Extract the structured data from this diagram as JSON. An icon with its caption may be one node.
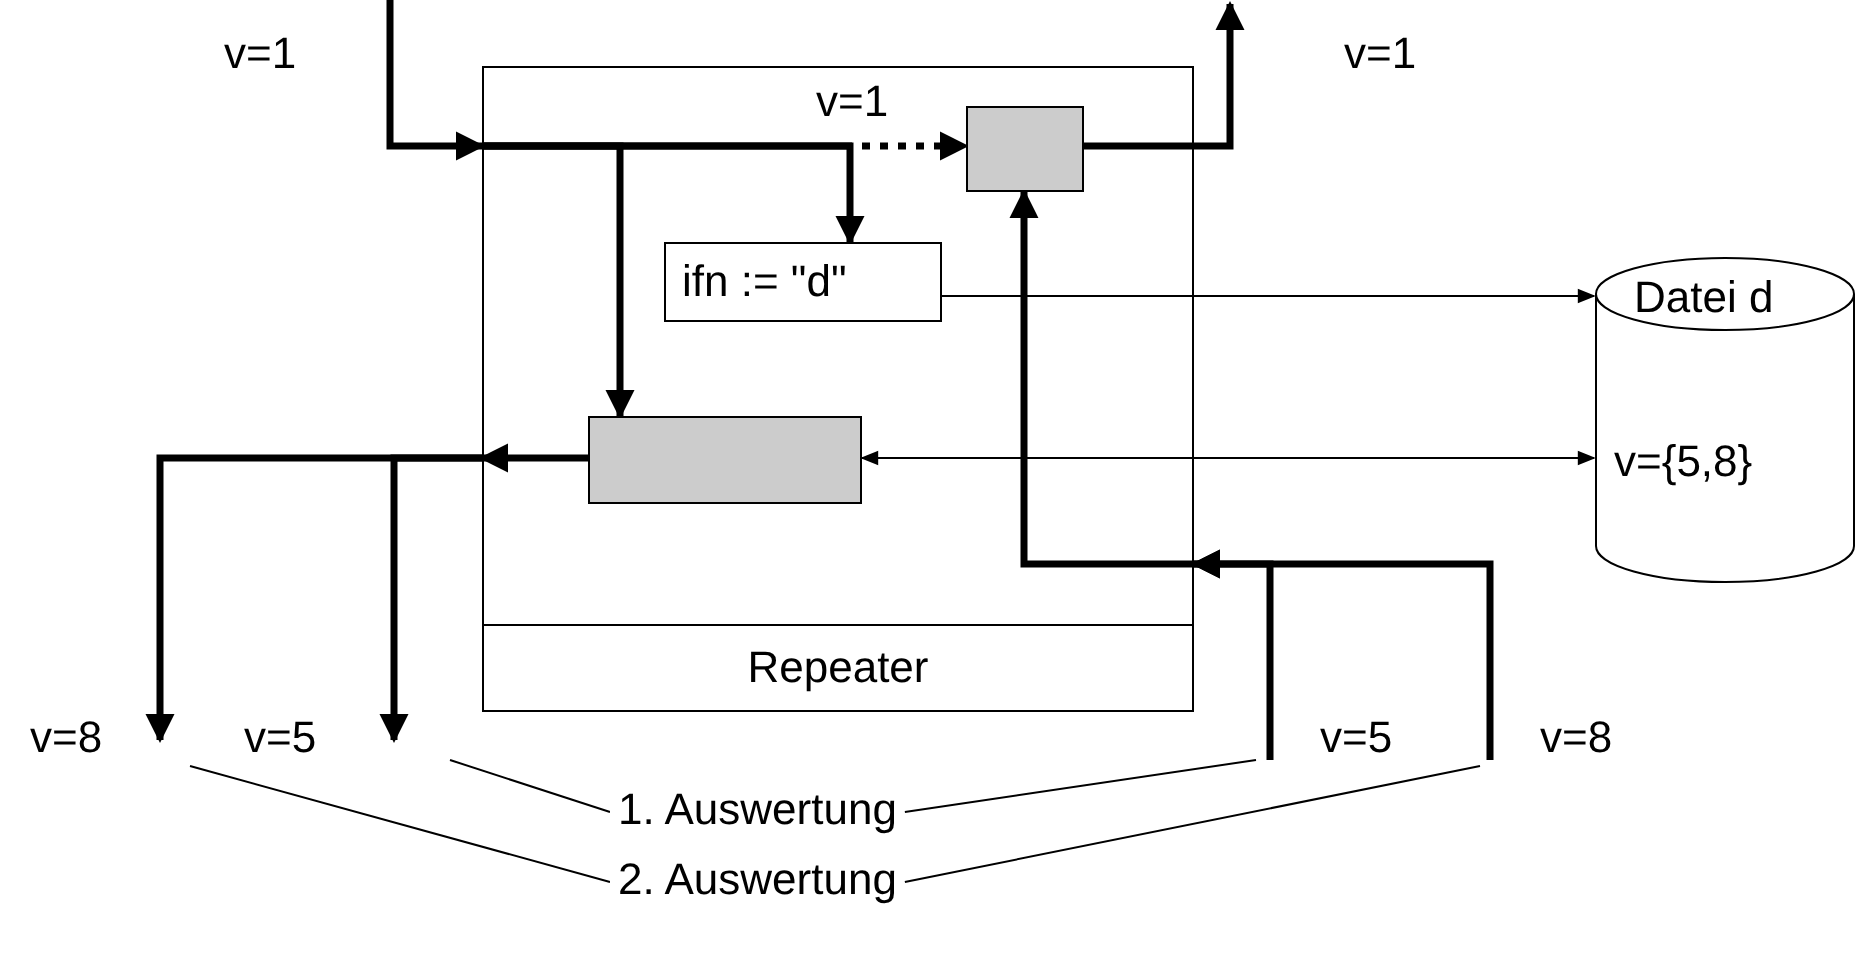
{
  "diagram": {
    "nodes": [
      {
        "text": [
          "Repeater"
        ]
      },
      {
        "text": [],
        "shape": "box",
        "in": 0
      },
      {
        "text": [
          "ifn := \"d\""
        ],
        "in": 0
      },
      {
        "text": [],
        "shape": "box",
        "in": 0
      },
      {
        "text": [
          "Datei d",
          "v={5,8}"
        ]
      },
      {
        "text": [
          "1. Auswertung"
        ]
      },
      {
        "text": [
          "2. Auswertung"
        ]
      }
    ],
    "edges": [
      {
        "from": null,
        "to": 0,
        "arrow": "to",
        "label": "v=1"
      },
      {
        "from": 0,
        "to": 1,
        "arrow": "to",
        "label": "v=1",
        "style": "dashed"
      },
      {
        "from": 0,
        "to": 2,
        "arrow": "to"
      },
      {
        "from": 0,
        "to": 3,
        "arrow": "to"
      },
      {
        "from": 1,
        "to": null,
        "arrow": "to",
        "label": "v=1"
      },
      {
        "from": 2,
        "to": 4,
        "arrow": "to"
      },
      {
        "from": 3,
        "to": 4,
        "arrow": "both"
      },
      {
        "from": 3,
        "to": 0,
        "arrow": "to"
      },
      {
        "from": 0,
        "to": null,
        "arrow": "to",
        "label": "v=8"
      },
      {
        "from": 0,
        "to": null,
        "arrow": "to",
        "label": "v=5"
      },
      {
        "from": null,
        "to": 0,
        "arrow": "to",
        "label": "v=5"
      },
      {
        "from": null,
        "to": 0,
        "arrow": "to",
        "label": "v=8"
      },
      {
        "from": 0,
        "to": 1,
        "arrow": "to"
      },
      {
        "from": 5,
        "to": null,
        "arrow": "none"
      },
      {
        "from": 5,
        "to": null,
        "arrow": "none"
      },
      {
        "from": 6,
        "to": null,
        "arrow": "none"
      },
      {
        "from": 6,
        "to": null,
        "arrow": "none"
      }
    ]
  }
}
